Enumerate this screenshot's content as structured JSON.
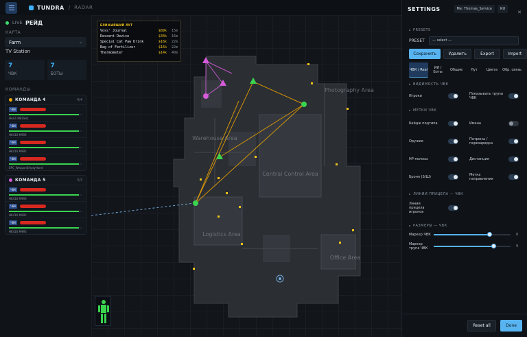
{
  "topbar": {
    "brand": "TUNDRA",
    "separator": "/",
    "subtitle": "RADAR"
  },
  "left": {
    "live_label": "LIVE",
    "mode": "РЕЙД",
    "map_label": "КАРТА",
    "map_value": "Farm",
    "map_sub": "TV Station",
    "stats": [
      {
        "num": "7",
        "label": "ЧВК"
      },
      {
        "num": "7",
        "label": "БОТЫ"
      }
    ],
    "teams_label": "КОМАНДЫ",
    "teams": [
      {
        "name": "КОМАНДА 4",
        "count": "4/4",
        "color": "#f0a500",
        "players": [
          {
            "tag": "ЧВК",
            "weapon": "HAA1 MESSA1",
            "hp": 0.95
          },
          {
            "tag": "ЧВК",
            "weapon": "HK416 M995",
            "hp": 0.95
          },
          {
            "tag": "ЧВК",
            "weapon": "HK416 M995",
            "hp": 0.95
          },
          {
            "tag": "ЧВК",
            "weapon": "EPC_WeaponEmptyHand",
            "hp": 0.95
          }
        ]
      },
      {
        "name": "КОМАНДА 5",
        "count": "3/3",
        "color": "#d45bd9",
        "players": [
          {
            "tag": "ЧВК",
            "weapon": "HK416 M995",
            "hp": 0.95
          },
          {
            "tag": "ЧВК",
            "weapon": "HK416 M995",
            "hp": 0.95
          },
          {
            "tag": "ЧВК",
            "weapon": "HK416 M995",
            "hp": 0.95
          }
        ]
      }
    ]
  },
  "map": {
    "areas": [
      "Warehouse Area",
      "Photography Area",
      "Central Control Area",
      "Logistics Area",
      "Office Area"
    ],
    "loot": {
      "title": "БЛИЖАЙШИЙ ЛУТ",
      "items": [
        {
          "name": "Voss' Journal",
          "price": "$89k",
          "dist": "15m"
        },
        {
          "name": "Descent Device",
          "price": "$34k",
          "dist": "16m"
        },
        {
          "name": "Special Cat Paw Drink",
          "price": "$16k",
          "dist": "22m"
        },
        {
          "name": "Bag of Fertilizer",
          "price": "$16k",
          "dist": "22m"
        },
        {
          "name": "Thermometer",
          "price": "$14k",
          "dist": "40m"
        }
      ]
    }
  },
  "settings": {
    "title": "SETTINGS",
    "user": "Me: Thomas_Service",
    "lang": "RU",
    "close": "✕",
    "presets_label": "PRESETS",
    "preset_label": "PRESET",
    "preset_value": "— select —",
    "buttons": {
      "save": "Сохранить",
      "delete": "Удалить",
      "export": "Export",
      "import": "Import"
    },
    "tabs": [
      "ЧВК / Real",
      "ИИ / Боты",
      "Общие",
      "Лут",
      "Цвета",
      "Обр. связь"
    ],
    "visibility_label": "ВИДИМОСТЬ ЧВК",
    "players_label": "Игроки",
    "corpses_label": "Показывать трупы ЧВК",
    "markers_label": "МЕТКИ ЧВК",
    "markers": [
      {
        "left": "Бейдж подтипа",
        "right": "Имена"
      },
      {
        "left": "Оружие",
        "right": "Патроны / перезарядка"
      },
      {
        "left": "HP-полосы",
        "right": "Дистанция"
      },
      {
        "left": "Броня (Б/Ш)",
        "right": "Метка направления"
      }
    ],
    "sight_label": "ЛИНИИ ПРИЦЕЛА — ЧВК",
    "sight_option": "Линии прицела игроков",
    "sizes_label": "РАЗМЕРЫ — ЧВК",
    "sliders": [
      {
        "label": "Маркер ЧВК",
        "value": "8",
        "level": 0.72
      },
      {
        "label": "Маркер трупа ЧВК",
        "value": "9",
        "level": 0.78
      }
    ],
    "reset": "Reset all",
    "done": "Done"
  }
}
